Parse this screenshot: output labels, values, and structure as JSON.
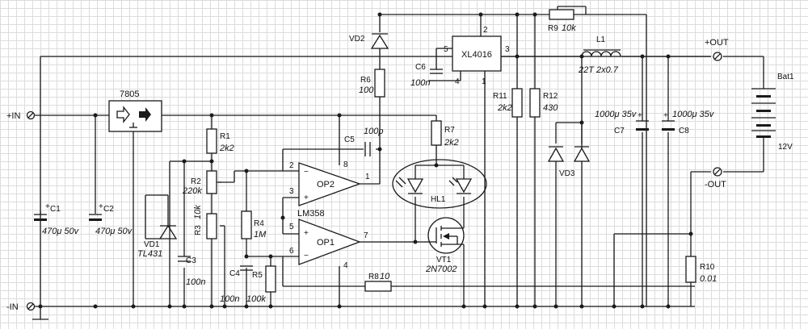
{
  "labels": {
    "in_pos": "+IN",
    "in_neg": "-IN",
    "out_pos": "+OUT",
    "out_neg": "-OUT",
    "bat": "Bat1",
    "bat_v": "12V"
  },
  "components": {
    "u7805": "7805",
    "xl4016": "XL4016",
    "op2": "OP2",
    "op1": "OP1",
    "lm358": "LM358",
    "hl1": "HL1",
    "vt1": "VT1",
    "vt1_type": "2N7002",
    "vd1": "VD1",
    "vd1_type": "TL431",
    "vd2": "VD2",
    "vd3": "VD3",
    "c1": "C1",
    "c1_v": "470μ 50v",
    "c2": "C2",
    "c2_v": "470μ 50v",
    "c3": "C3",
    "c3_v": "100n",
    "c4": "C4",
    "c4_v": "100n",
    "c5": "C5",
    "c5_v": "100p",
    "c6": "C6",
    "c6_v": "100n",
    "c7": "C7",
    "c7_v": "1000μ 35v",
    "c8": "C8",
    "c8_v": "1000μ 35v",
    "r1": "R1",
    "r1_v": "2k2",
    "r2": "R2",
    "r2_v": "220k",
    "r3": "R3",
    "r3_v": "10k",
    "r4": "R4",
    "r4_v": "1M",
    "r5": "R5",
    "r5_v": "100k",
    "r6": "R6",
    "r6_v": "100",
    "r7": "R7",
    "r7_v": "2k2",
    "r8": "R8",
    "r8_v": "10",
    "r9": "R9",
    "r9_v": "10k",
    "r10": "R10",
    "r10_v": "0.01",
    "r11": "R11",
    "r11_v": "2k2",
    "r12": "R12",
    "r12_v": "430",
    "l1": "L1",
    "l1_v": "22T 2x0.7"
  },
  "pins": {
    "xl_2": "2",
    "xl_3": "3",
    "xl_4": "4",
    "xl_5": "5",
    "xl_1": "1",
    "op_8": "8",
    "op_1": "1",
    "op_2": "2",
    "op_3": "3",
    "op_5": "5",
    "op_6": "6",
    "op_7": "7",
    "op_4": "4",
    "minus": "−",
    "plus": "+"
  }
}
